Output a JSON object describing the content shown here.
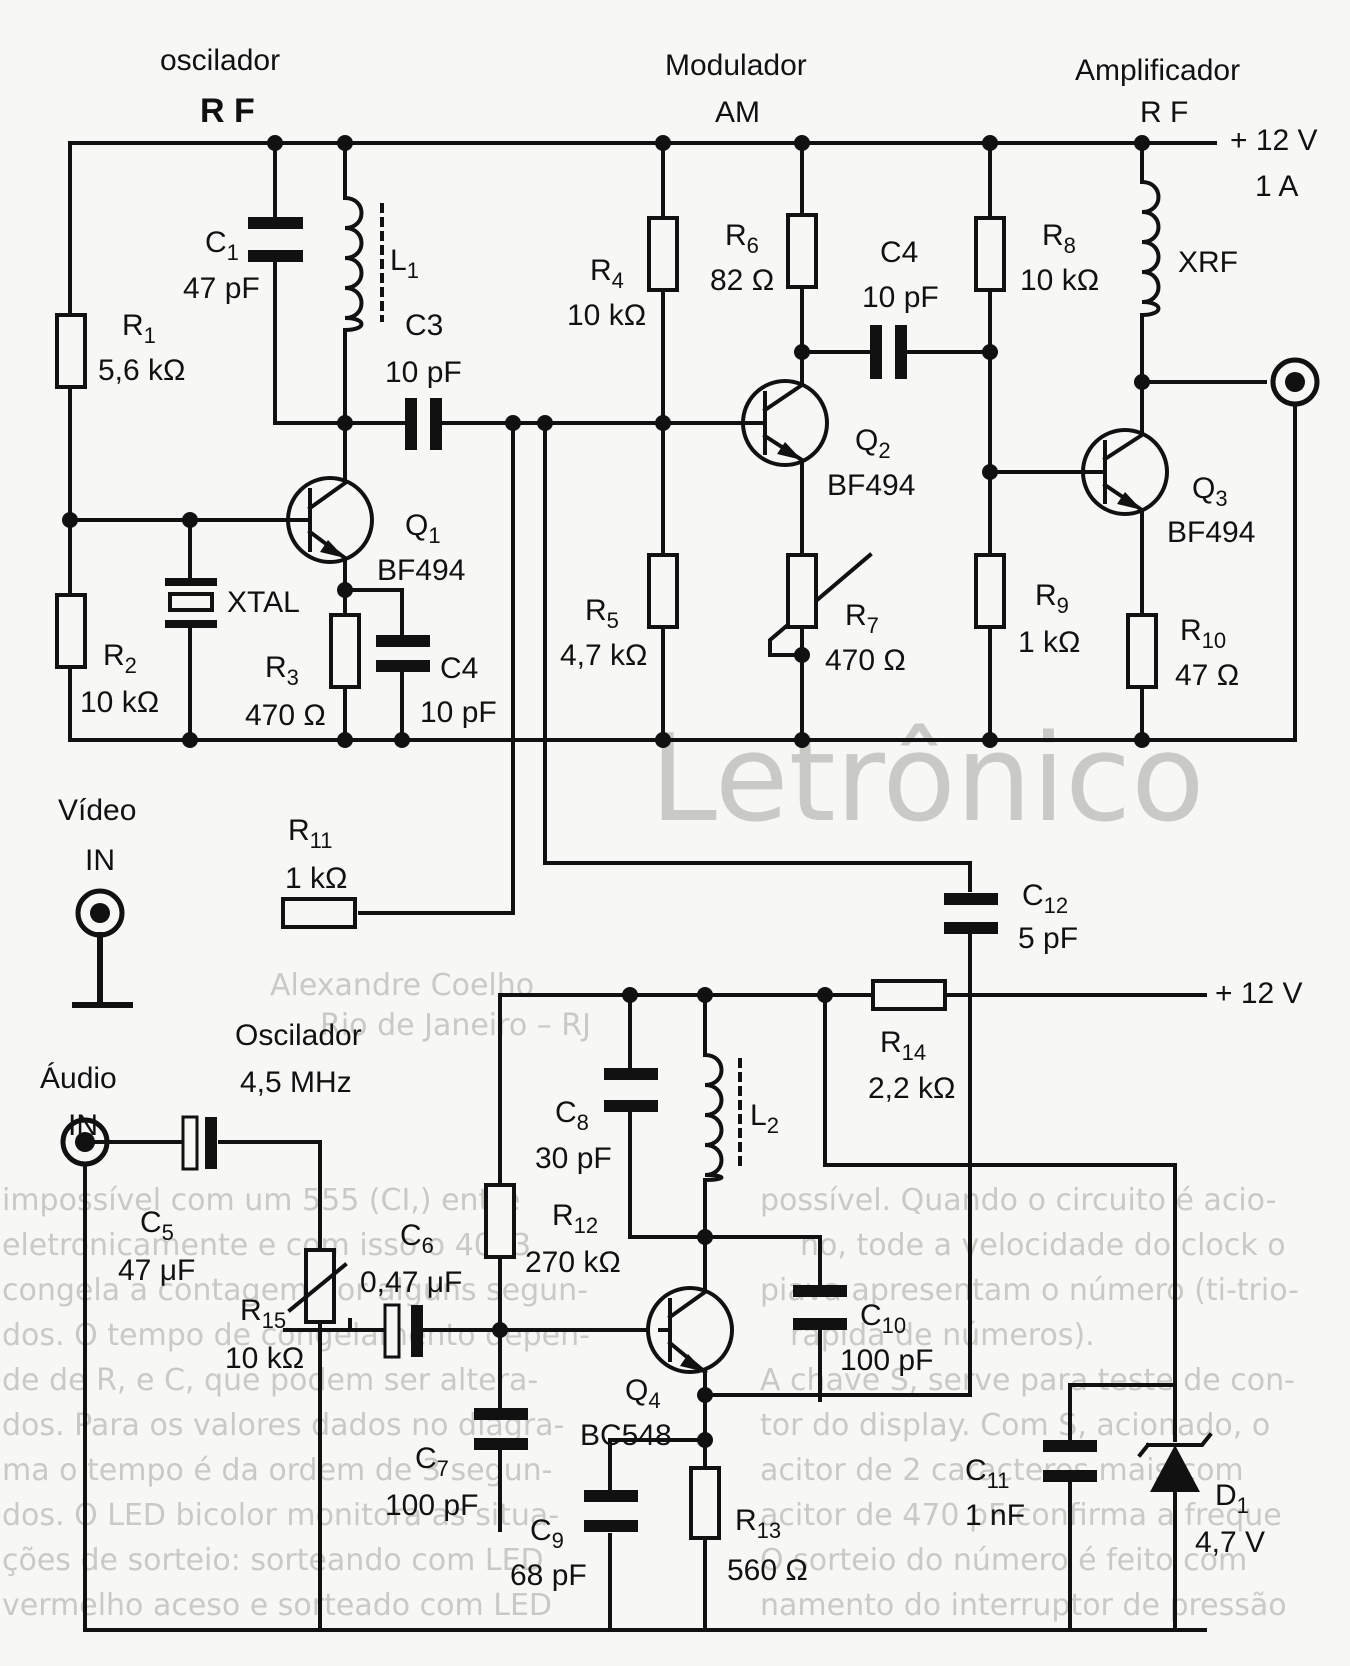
{
  "sections": {
    "rf_osc": [
      "oscilador",
      "R F"
    ],
    "modulator": [
      "Modulador",
      "AM"
    ],
    "amplifier": [
      "Amplificador",
      "R F"
    ],
    "audio_osc": [
      "Oscilador",
      "4,5 MHz"
    ]
  },
  "supplies": {
    "top": [
      "+ 12 V",
      "1 A"
    ],
    "bottom": "+ 12 V"
  },
  "inputs": {
    "video": [
      "Vídeo",
      "IN"
    ],
    "audio": [
      "Áudio",
      "IN"
    ]
  },
  "components": {
    "R1": {
      "ref": "R",
      "n": "1",
      "value": "5,6 kΩ"
    },
    "R2": {
      "ref": "R",
      "n": "2",
      "value": "10 kΩ"
    },
    "R3": {
      "ref": "R",
      "n": "3",
      "value": "470  Ω"
    },
    "R4": {
      "ref": "R",
      "n": "4",
      "value": "10 kΩ"
    },
    "R5": {
      "ref": "R",
      "n": "5",
      "value": "4,7 kΩ"
    },
    "R6": {
      "ref": "R",
      "n": "6",
      "value": "82 Ω"
    },
    "R7": {
      "ref": "R",
      "n": "7",
      "value": "470 Ω"
    },
    "R8": {
      "ref": "R",
      "n": "8",
      "value": "10 kΩ"
    },
    "R9": {
      "ref": "R",
      "n": "9",
      "value": "1 kΩ"
    },
    "R10": {
      "ref": "R",
      "n": "10",
      "value": "47 Ω"
    },
    "R11": {
      "ref": "R",
      "n": "11",
      "value": "1 kΩ"
    },
    "R12": {
      "ref": "R",
      "n": "12",
      "value": "270 kΩ"
    },
    "R13": {
      "ref": "R",
      "n": "13",
      "value": "560 Ω"
    },
    "R14": {
      "ref": "R",
      "n": "14",
      "value": "2,2 kΩ"
    },
    "R15": {
      "ref": "R",
      "n": "15",
      "value": "10 kΩ"
    },
    "C1": {
      "ref": "C",
      "n": "1",
      "value": "47 pF"
    },
    "C3": {
      "ref": "C3",
      "value": "10 pF"
    },
    "C4a": {
      "ref": "C4",
      "value": "10 pF"
    },
    "C4b": {
      "ref": "C4",
      "value": "10 pF"
    },
    "C5": {
      "ref": "C",
      "n": "5",
      "value": "47 μF"
    },
    "C6": {
      "ref": "C",
      "n": "6",
      "value": "0,47 μF"
    },
    "C7": {
      "ref": "C",
      "n": "7",
      "value": "100 pF"
    },
    "C8": {
      "ref": "C",
      "n": "8",
      "value": "30 pF"
    },
    "C9": {
      "ref": "C",
      "n": "9",
      "value": "68 pF"
    },
    "C10": {
      "ref": "C",
      "n": "10",
      "value": "100 pF"
    },
    "C11": {
      "ref": "C",
      "n": "11",
      "value": "1 nF"
    },
    "C12": {
      "ref": "C",
      "n": "12",
      "value": "5 pF"
    },
    "L1": {
      "ref": "L",
      "n": "1"
    },
    "L2": {
      "ref": "L",
      "n": "2"
    },
    "XRF": {
      "ref": "XRF"
    },
    "XTAL": {
      "ref": "XTAL"
    },
    "Q1": {
      "ref": "Q",
      "n": "1",
      "value": "BF494"
    },
    "Q2": {
      "ref": "Q",
      "n": "2",
      "value": "BF494"
    },
    "Q3": {
      "ref": "Q",
      "n": "3",
      "value": "BF494"
    },
    "Q4": {
      "ref": "Q",
      "n": "4",
      "value": "BC548"
    },
    "D1": {
      "ref": "D",
      "n": "1",
      "value": "4,7 V"
    }
  },
  "bleed_through": [
    "Alexandre Coelho",
    "Rio de Janeiro – RJ",
    "possível. Quando o circuito é acio-",
    "no, tode a velocidade do clock o",
    "piava apresentam o número (ti-trio-",
    "rápida de números).",
    "A chave S, serve para teste de con-",
    "tor do display. Com S, acionado, o",
    "acitor de 2 caracteres mais com",
    "acitor de 470 pF confirma a freque",
    "O sorteio do número é feito com",
    "namento do interruptor de pressão",
    "impossível com um 555 (CI,) entre",
    "eletronicamente e com isso o 4093",
    "congela a contagem por alguns segun-",
    "dos. O tempo de congelamento depen-",
    "de de R, e C, que podem ser altera-",
    "dos. Para os valores dados no diagra-",
    "ma o tempo é da ordem de 3 segun-",
    "dos. O LED bicolor monitora as situa-",
    "ções de sorteio: sorteando com LED",
    "vermelho aceso e sorteado com LED",
    "Letrônico"
  ]
}
